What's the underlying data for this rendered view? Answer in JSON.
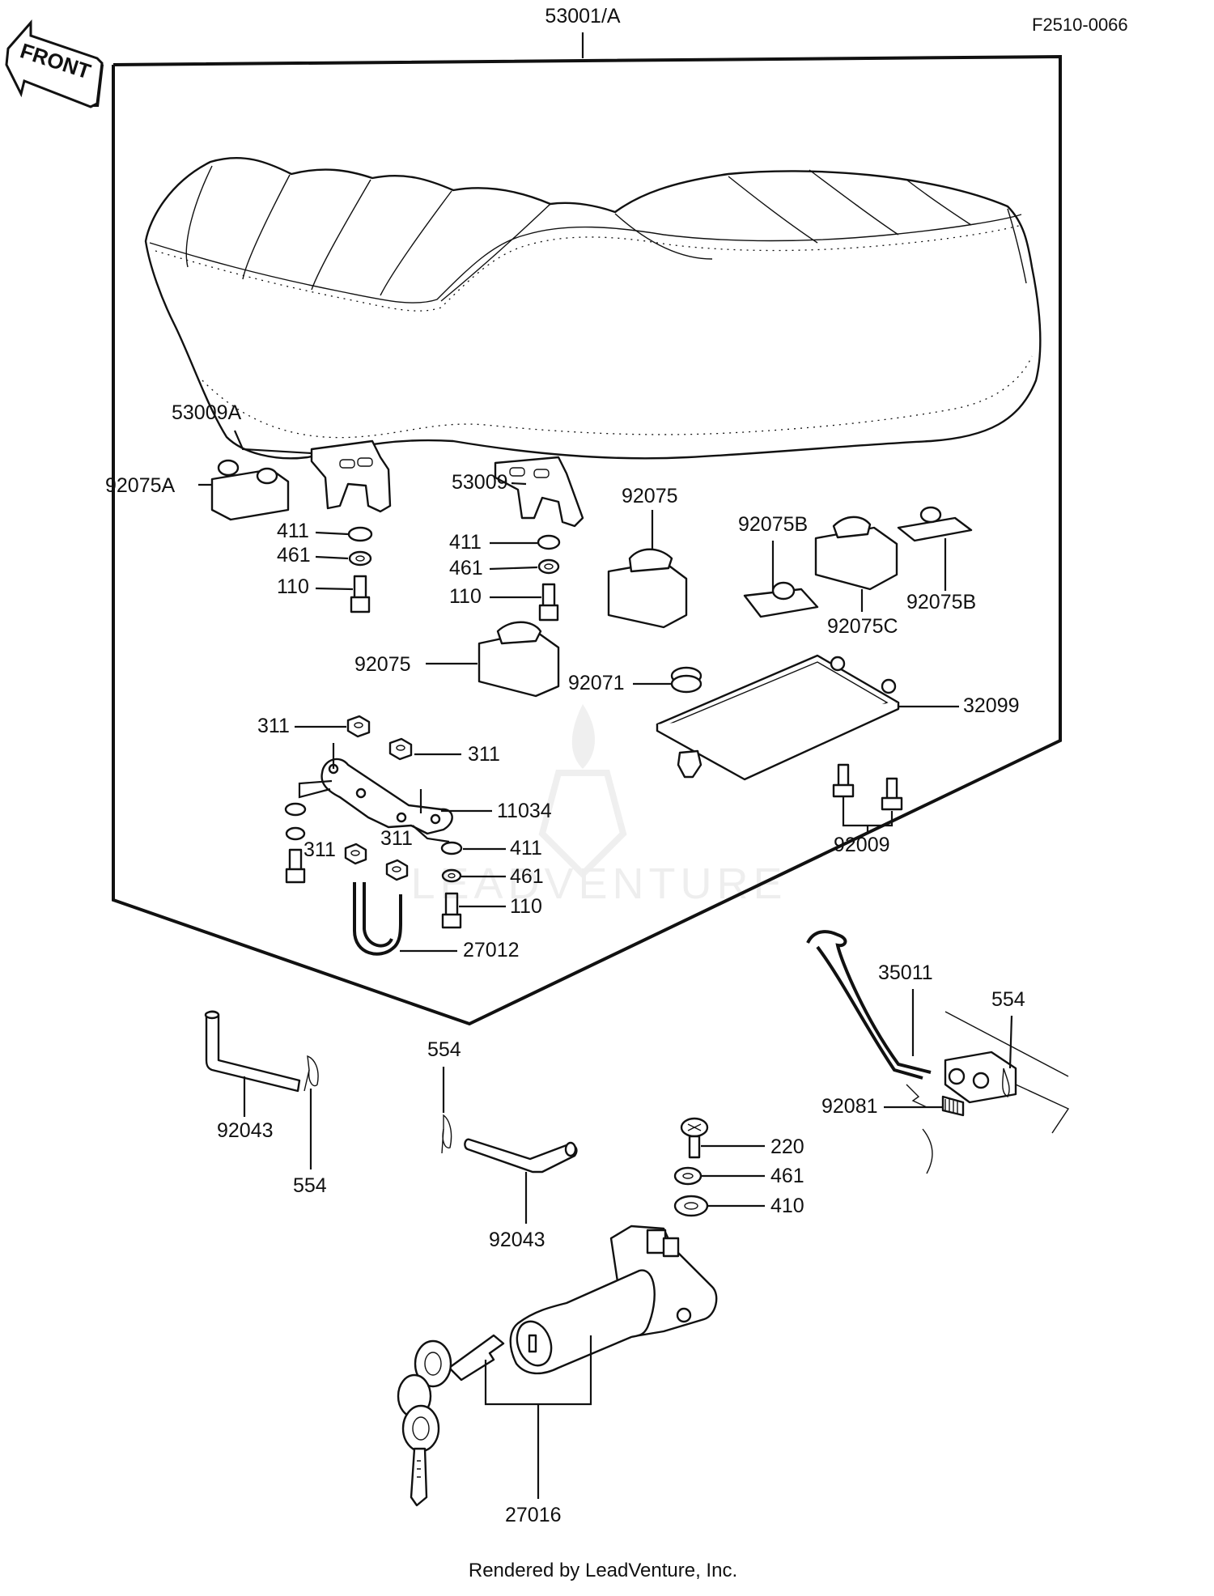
{
  "header": {
    "assembly_label": "53001/A",
    "figure_code": "F2510-0066",
    "front_label": "FRONT"
  },
  "labels": {
    "l53009A": "53009A",
    "l92075A": "92075A",
    "l411a": "411",
    "l461a": "461",
    "l110a": "110",
    "l53009": "53009",
    "l411b": "411",
    "l461b": "461",
    "l110b": "110",
    "l92075a": "92075",
    "l92075B1": "92075B",
    "l92075B2": "92075B",
    "l92075C": "92075C",
    "l92075b": "92075",
    "l92071": "92071",
    "l32099": "32099",
    "l311a": "311",
    "l311b": "311",
    "l11034": "11034",
    "l311c": "311",
    "l311d": "311",
    "l411c": "411",
    "l461c": "461",
    "l110c": "110",
    "l27012": "27012",
    "l92009": "92009",
    "l35011": "35011",
    "l554a": "554",
    "l92081": "92081",
    "l92043a": "92043",
    "l554b": "554",
    "l554c": "554",
    "l92043b": "92043",
    "l220": "220",
    "l461d": "461",
    "l410": "410",
    "l27016": "27016"
  },
  "watermark": "LEADVENTURE",
  "footer": {
    "rendered_by": "Rendered by LeadVenture, Inc."
  }
}
